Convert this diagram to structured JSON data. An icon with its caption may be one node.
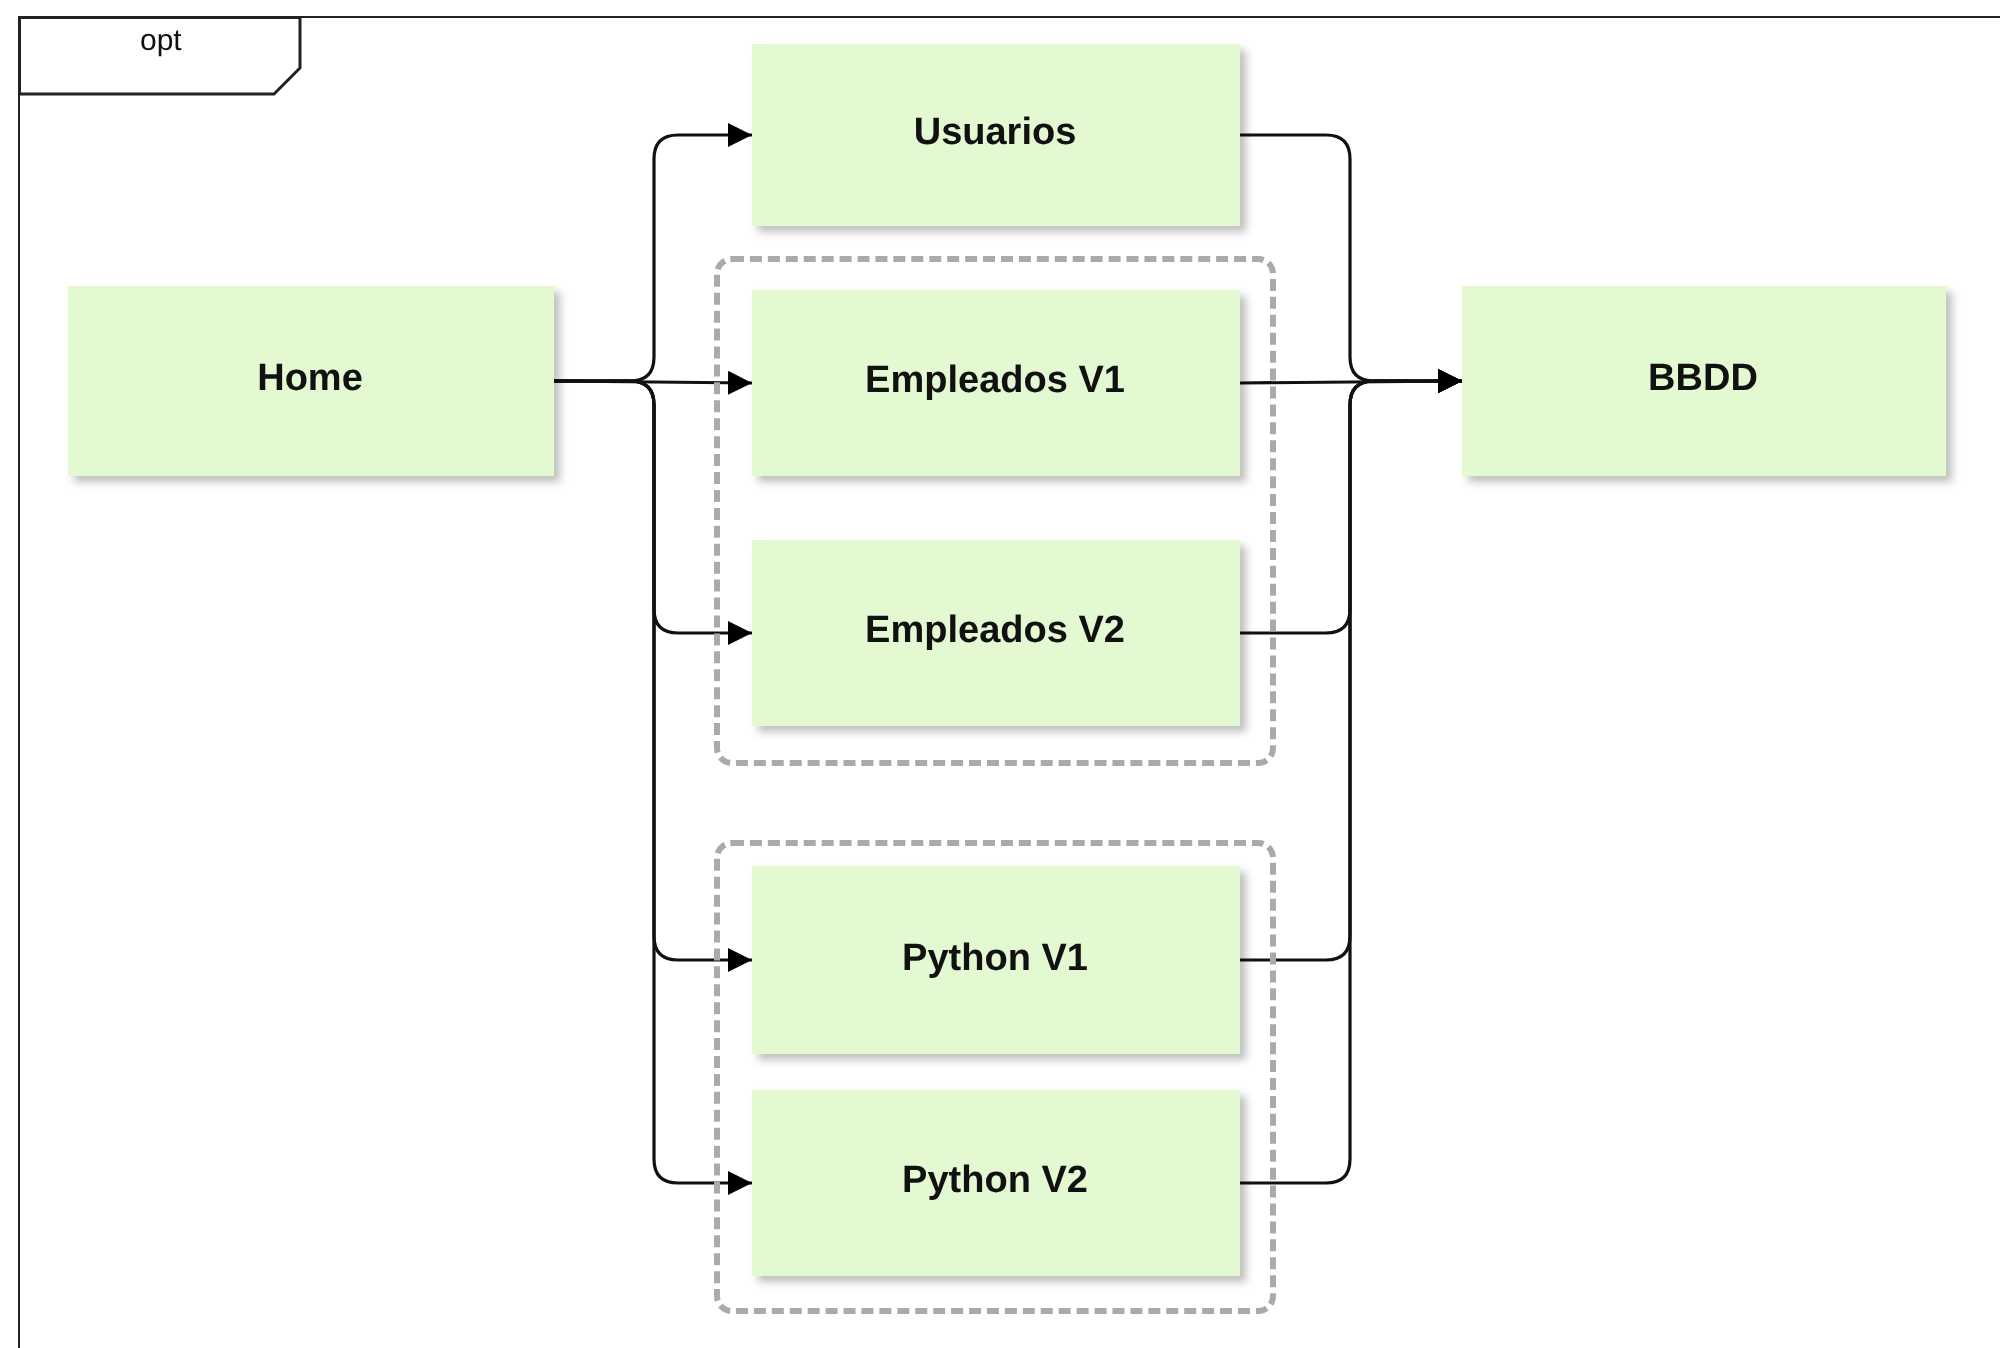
{
  "diagram": {
    "nodes": [
      {
        "text": [
          "opt"
        ]
      },
      {
        "text": [
          "Usuarios"
        ],
        "in": 0
      },
      {
        "text": [
          "Home"
        ],
        "in": 0
      },
      {
        "text": [],
        "shape": "box",
        "in": 0
      },
      {
        "text": [
          "Empleados V1"
        ],
        "in": 3
      },
      {
        "text": [
          "Empleados V2"
        ],
        "in": 3
      },
      {
        "text": [
          "BBDD"
        ],
        "in": 0
      },
      {
        "text": [],
        "shape": "box",
        "in": 0
      },
      {
        "text": [
          "Python V1"
        ],
        "in": 7
      },
      {
        "text": [
          "Python V2"
        ],
        "in": 7
      }
    ],
    "edges": [
      {
        "from": 2,
        "to": 1,
        "arrow": "to"
      },
      {
        "from": 2,
        "to": 4,
        "arrow": "to"
      },
      {
        "from": 2,
        "to": 5,
        "arrow": "to"
      },
      {
        "from": 2,
        "to": 8,
        "arrow": "to"
      },
      {
        "from": 2,
        "to": 9,
        "arrow": "to"
      },
      {
        "from": 1,
        "to": 6,
        "arrow": "to"
      },
      {
        "from": 4,
        "to": 6,
        "arrow": "to"
      },
      {
        "from": 5,
        "to": 6,
        "arrow": "to"
      },
      {
        "from": 8,
        "to": 6,
        "arrow": "to"
      },
      {
        "from": 9,
        "to": 6,
        "arrow": "to"
      }
    ]
  }
}
